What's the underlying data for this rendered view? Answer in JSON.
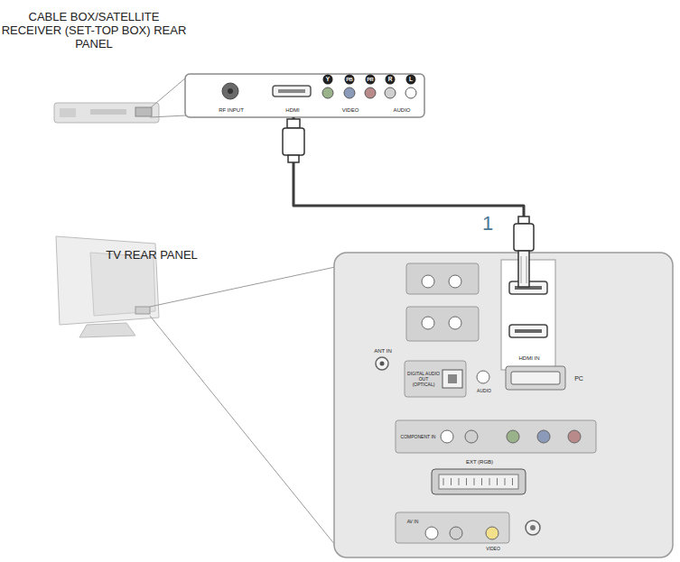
{
  "diagram": {
    "nodes": [
      {
        "text": [
          "RF INPUT",
          "HDMI",
          "VIDEO",
          "AUDIO"
        ]
      },
      {
        "text": [
          "HDMI IN",
          "ANT IN",
          "DIGITAL AUDIO OUT (OPTICAL)",
          "AUDIO",
          "PC",
          "COMPONENT IN",
          "EXT (RGB)",
          "AV IN",
          "VIDEO"
        ]
      }
    ],
    "edges": [
      {
        "from": 0,
        "to": 1,
        "arrow": "none",
        "label": "1"
      }
    ],
    "labels": [
      "CABLE BOX/SATELLITE RECEIVER (SET-TOP BOX) REAR PANEL",
      "TV REAR PANEL",
      "Y",
      "PB",
      "PR",
      "R",
      "L"
    ]
  }
}
